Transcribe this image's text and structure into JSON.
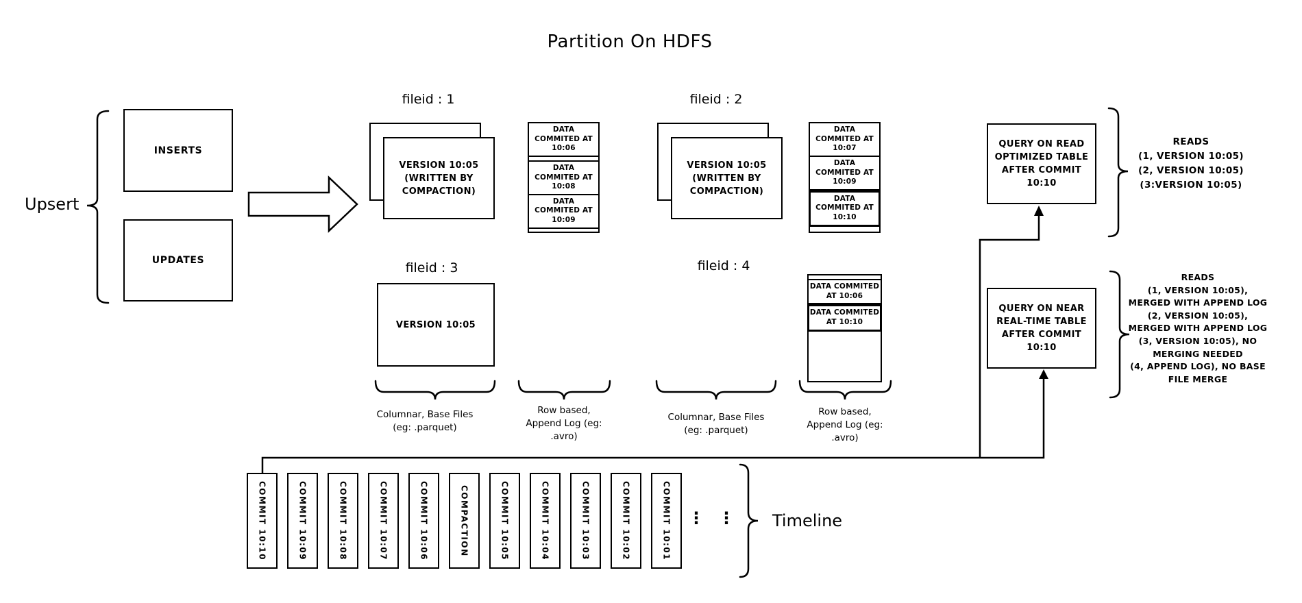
{
  "colors": {
    "ink": "#000000",
    "background": "#ffffff"
  },
  "title": "Partition On HDFS",
  "upsert": {
    "label": "Upsert",
    "inserts": "INSERTS",
    "updates": "UPDATES"
  },
  "commit_arrow": {
    "label": "Commit 10:10"
  },
  "file_groups": {
    "f1": {
      "label": "fileid : 1",
      "version_lines": [
        "VERSION 10:05",
        "(WRITTEN BY",
        "COMPACTION)"
      ]
    },
    "f2": {
      "label": "fileid : 2",
      "version_lines": [
        "VERSION 10:05",
        "(WRITTEN BY",
        "COMPACTION)"
      ]
    },
    "f3": {
      "label": "fileid : 3",
      "version_lines": [
        "VERSION 10:05"
      ]
    },
    "f4": {
      "label": "fileid : 4"
    }
  },
  "logs": {
    "log1": {
      "entries": [
        "DATA COMMITED AT 10:06",
        "DATA COMMITED AT 10:08",
        "DATA COMMITED AT 10:09"
      ]
    },
    "log2": {
      "entries": [
        "DATA COMMITED AT 10:07",
        "DATA COMMITED AT 10:09",
        "DATA COMMITED AT 10:10"
      ]
    },
    "log4": {
      "entries": [
        "DATA COMMITED AT 10:06",
        "DATA COMMITED AT 10:10"
      ]
    }
  },
  "queries": {
    "read_optimized": {
      "lines": [
        "QUERY ON READ",
        "OPTIMIZED TABLE",
        "AFTER COMMIT",
        "10:10"
      ]
    },
    "near_real_time": {
      "lines": [
        "QUERY ON NEAR",
        "REAL-TIME TABLE",
        "AFTER COMMIT",
        "10:10"
      ]
    }
  },
  "reads": {
    "read_optimized": [
      "READS",
      "(1, VERSION 10:05)",
      "(2, VERSION 10:05)",
      "(3:VERSION 10:05)"
    ],
    "near_real_time": [
      "READS",
      "(1, VERSION 10:05),",
      "MERGED WITH APPEND LOG",
      "(2, VERSION 10:05),",
      "MERGED WITH APPEND LOG",
      "(3, VERSION 10:05), NO",
      "MERGING NEEDED",
      "(4, APPEND LOG), NO BASE",
      "FILE MERGE"
    ]
  },
  "column_labels": {
    "columnar1": [
      "Columnar, Base Files",
      "(eg: .parquet)"
    ],
    "row_based1": [
      "Row based,",
      "Append Log (eg:",
      ".avro)"
    ],
    "columnar2": [
      "Columnar, Base Files",
      "(eg: .parquet)"
    ],
    "row_based2": [
      "Row based,",
      "Append Log (eg:",
      ".avro)"
    ]
  },
  "timeline": {
    "label": "Timeline",
    "ellipsis": "⋮",
    "items": [
      "COMMIT 10:10",
      "COMMIT 10:09",
      "COMMIT 10:08",
      "COMMIT 10:07",
      "COMMIT 10:06",
      "COMPACTION",
      "COMMIT 10:05",
      "COMMIT 10:04",
      "COMMIT 10:03",
      "COMMIT 10:02",
      "COMMIT 10:01"
    ]
  }
}
